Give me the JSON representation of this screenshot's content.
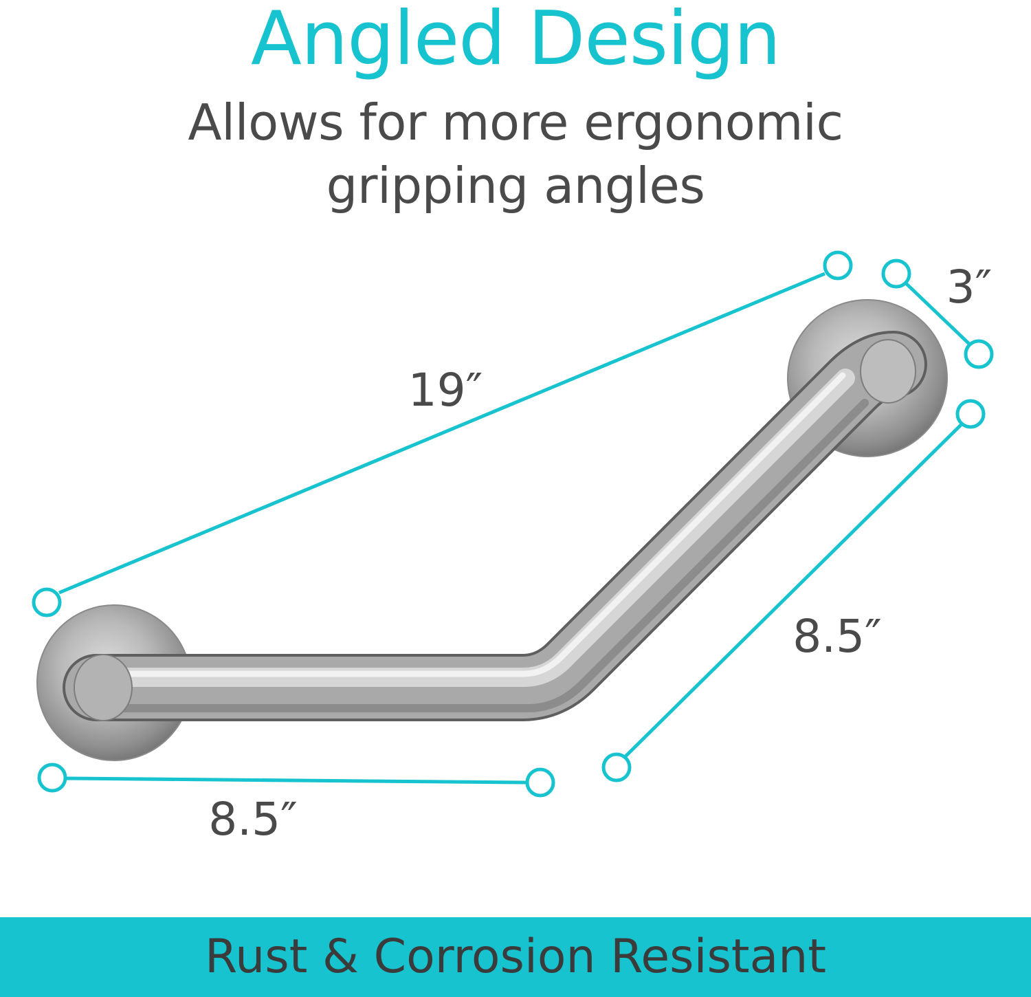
{
  "header": {
    "title": "Angled Design",
    "subtitle_line1": "Allows for more ergonomic",
    "subtitle_line2": "gripping angles"
  },
  "dimensions": {
    "overall_length": "19″",
    "projection": "3″",
    "diagonal_length": "8.5″",
    "horizontal_length": "8.5″"
  },
  "banner": {
    "text": "Rust & Corrosion Resistant"
  },
  "colors": {
    "accent": "#17c3cf",
    "text": "#4a4a4a",
    "banner_text": "#3b3b3b"
  }
}
